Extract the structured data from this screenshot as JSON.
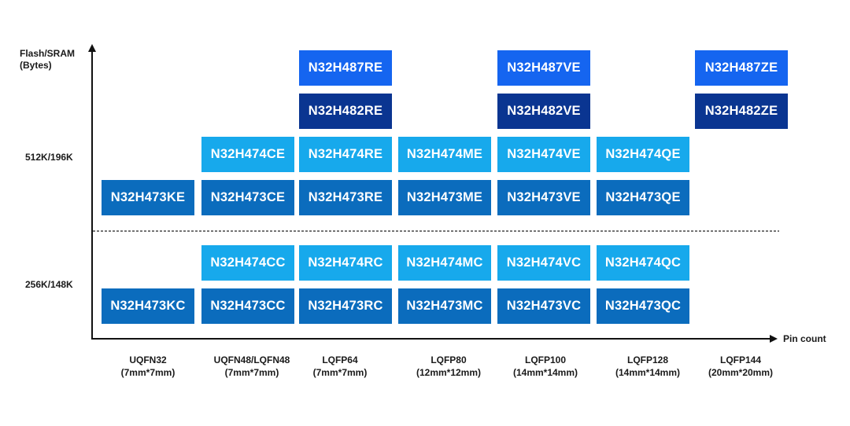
{
  "axes": {
    "y_label_line1": "Flash/SRAM",
    "y_label_line2": "(Bytes)",
    "x_label": "Pin count",
    "y_ticks": [
      "512K/196K",
      "256K/148K"
    ]
  },
  "packages": [
    {
      "name": "UQFN32",
      "size": "(7mm*7mm)"
    },
    {
      "name": "UQFN48/LQFN48",
      "size": "(7mm*7mm)"
    },
    {
      "name": "LQFP64",
      "size": "(7mm*7mm)"
    },
    {
      "name": "LQFP80",
      "size": "(12mm*12mm)"
    },
    {
      "name": "LQFP100",
      "size": "(14mm*14mm)"
    },
    {
      "name": "LQFP128",
      "size": "(14mm*14mm)"
    },
    {
      "name": "LQFP144",
      "size": "(20mm*20mm)"
    }
  ],
  "colors": {
    "N32H487": "#1565f0",
    "N32H482": "#0a3591",
    "N32H474": "#17a9ec",
    "N32H473": "#0b6cbd"
  },
  "parts": [
    {
      "label": "N32H487RE",
      "series": "N32H487",
      "package": 2,
      "row": "487"
    },
    {
      "label": "N32H487VE",
      "series": "N32H487",
      "package": 4,
      "row": "487"
    },
    {
      "label": "N32H487ZE",
      "series": "N32H487",
      "package": 6,
      "row": "487"
    },
    {
      "label": "N32H482RE",
      "series": "N32H482",
      "package": 2,
      "row": "482"
    },
    {
      "label": "N32H482VE",
      "series": "N32H482",
      "package": 4,
      "row": "482"
    },
    {
      "label": "N32H482ZE",
      "series": "N32H482",
      "package": 6,
      "row": "482"
    },
    {
      "label": "N32H474CE",
      "series": "N32H474",
      "package": 1,
      "row": "474E"
    },
    {
      "label": "N32H474RE",
      "series": "N32H474",
      "package": 2,
      "row": "474E"
    },
    {
      "label": "N32H474ME",
      "series": "N32H474",
      "package": 3,
      "row": "474E"
    },
    {
      "label": "N32H474VE",
      "series": "N32H474",
      "package": 4,
      "row": "474E"
    },
    {
      "label": "N32H474QE",
      "series": "N32H474",
      "package": 5,
      "row": "474E"
    },
    {
      "label": "N32H473KE",
      "series": "N32H473",
      "package": 0,
      "row": "473E"
    },
    {
      "label": "N32H473CE",
      "series": "N32H473",
      "package": 1,
      "row": "473E"
    },
    {
      "label": "N32H473RE",
      "series": "N32H473",
      "package": 2,
      "row": "473E"
    },
    {
      "label": "N32H473ME",
      "series": "N32H473",
      "package": 3,
      "row": "473E"
    },
    {
      "label": "N32H473VE",
      "series": "N32H473",
      "package": 4,
      "row": "473E"
    },
    {
      "label": "N32H473QE",
      "series": "N32H473",
      "package": 5,
      "row": "473E"
    },
    {
      "label": "N32H474CC",
      "series": "N32H474",
      "package": 1,
      "row": "474C"
    },
    {
      "label": "N32H474RC",
      "series": "N32H474",
      "package": 2,
      "row": "474C"
    },
    {
      "label": "N32H474MC",
      "series": "N32H474",
      "package": 3,
      "row": "474C"
    },
    {
      "label": "N32H474VC",
      "series": "N32H474",
      "package": 4,
      "row": "474C"
    },
    {
      "label": "N32H474QC",
      "series": "N32H474",
      "package": 5,
      "row": "474C"
    },
    {
      "label": "N32H473KC",
      "series": "N32H473",
      "package": 0,
      "row": "473C"
    },
    {
      "label": "N32H473CC",
      "series": "N32H473",
      "package": 1,
      "row": "473C"
    },
    {
      "label": "N32H473RC",
      "series": "N32H473",
      "package": 2,
      "row": "473C"
    },
    {
      "label": "N32H473MC",
      "series": "N32H473",
      "package": 3,
      "row": "473C"
    },
    {
      "label": "N32H473VC",
      "series": "N32H473",
      "package": 4,
      "row": "473C"
    },
    {
      "label": "N32H473QC",
      "series": "N32H473",
      "package": 5,
      "row": "473C"
    }
  ]
}
